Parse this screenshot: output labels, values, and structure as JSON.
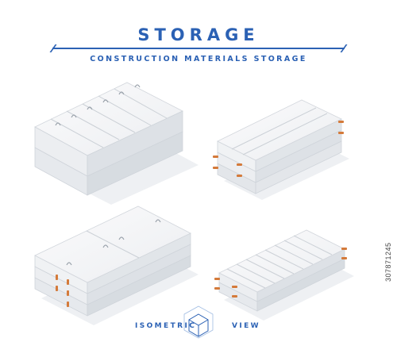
{
  "header": {
    "title": "STORAGE",
    "subtitle": "CONSTRUCTION MATERIALS STORAGE"
  },
  "footer": {
    "left_text": "ISOMETRIC",
    "right_text": "VIEW"
  },
  "stock_id": "307871245",
  "colors": {
    "accent": "#2b61b4",
    "concrete_light": "#f4f5f7",
    "concrete_mid": "#e4e7eb",
    "concrete_dark": "#cfd4da",
    "rod": "#d47a3a",
    "shadow": "#e9ecf0"
  }
}
